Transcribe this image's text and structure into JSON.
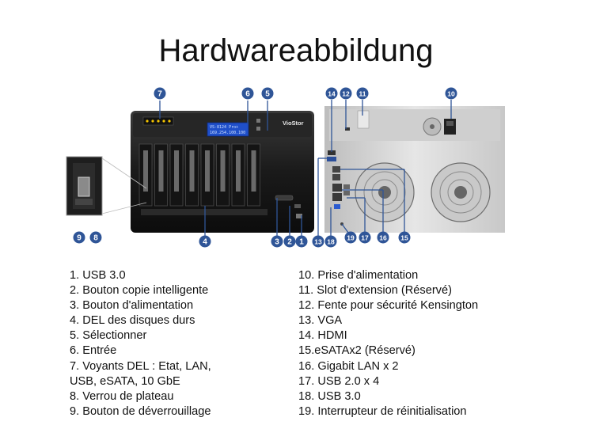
{
  "title": "Hardwareabbildung",
  "device": {
    "brand": "VioStor",
    "lcd_line1": "VS-8124 Pro+",
    "lcd_line2": "169.254.100.100"
  },
  "legend_left": [
    "1. USB 3.0",
    "2. Bouton copie intelligente",
    "3. Bouton d'alimentation",
    "4. DEL des disques durs",
    "5. Sélectionner",
    "6. Entrée",
    "7. Voyants DEL : Etat, LAN,",
    "USB, eSATA, 10 GbE",
    "8. Verrou de plateau",
    "9. Bouton de déverrouillage"
  ],
  "legend_right": [
    "10. Prise d'alimentation",
    "11. Slot d'extension (Réservé)",
    "12. Fente pour sécurité Kensington",
    "13. VGA",
    "14. HDMI",
    "15.eSATAx2 (Réservé)",
    "16. Gigabit LAN x 2",
    "17. USB 2.0 x 4",
    "18. USB 3.0",
    "19. Interrupteur de réinitialisation"
  ],
  "callouts": [
    "1",
    "2",
    "3",
    "4",
    "5",
    "6",
    "7",
    "8",
    "9",
    "10",
    "11",
    "12",
    "13",
    "14",
    "15",
    "16",
    "17",
    "18",
    "19"
  ],
  "colors": {
    "callout": "#2f5597",
    "chassis": "#1c1c1c",
    "rear": "#d6d6d6",
    "lcd": "#1f4fc9"
  }
}
